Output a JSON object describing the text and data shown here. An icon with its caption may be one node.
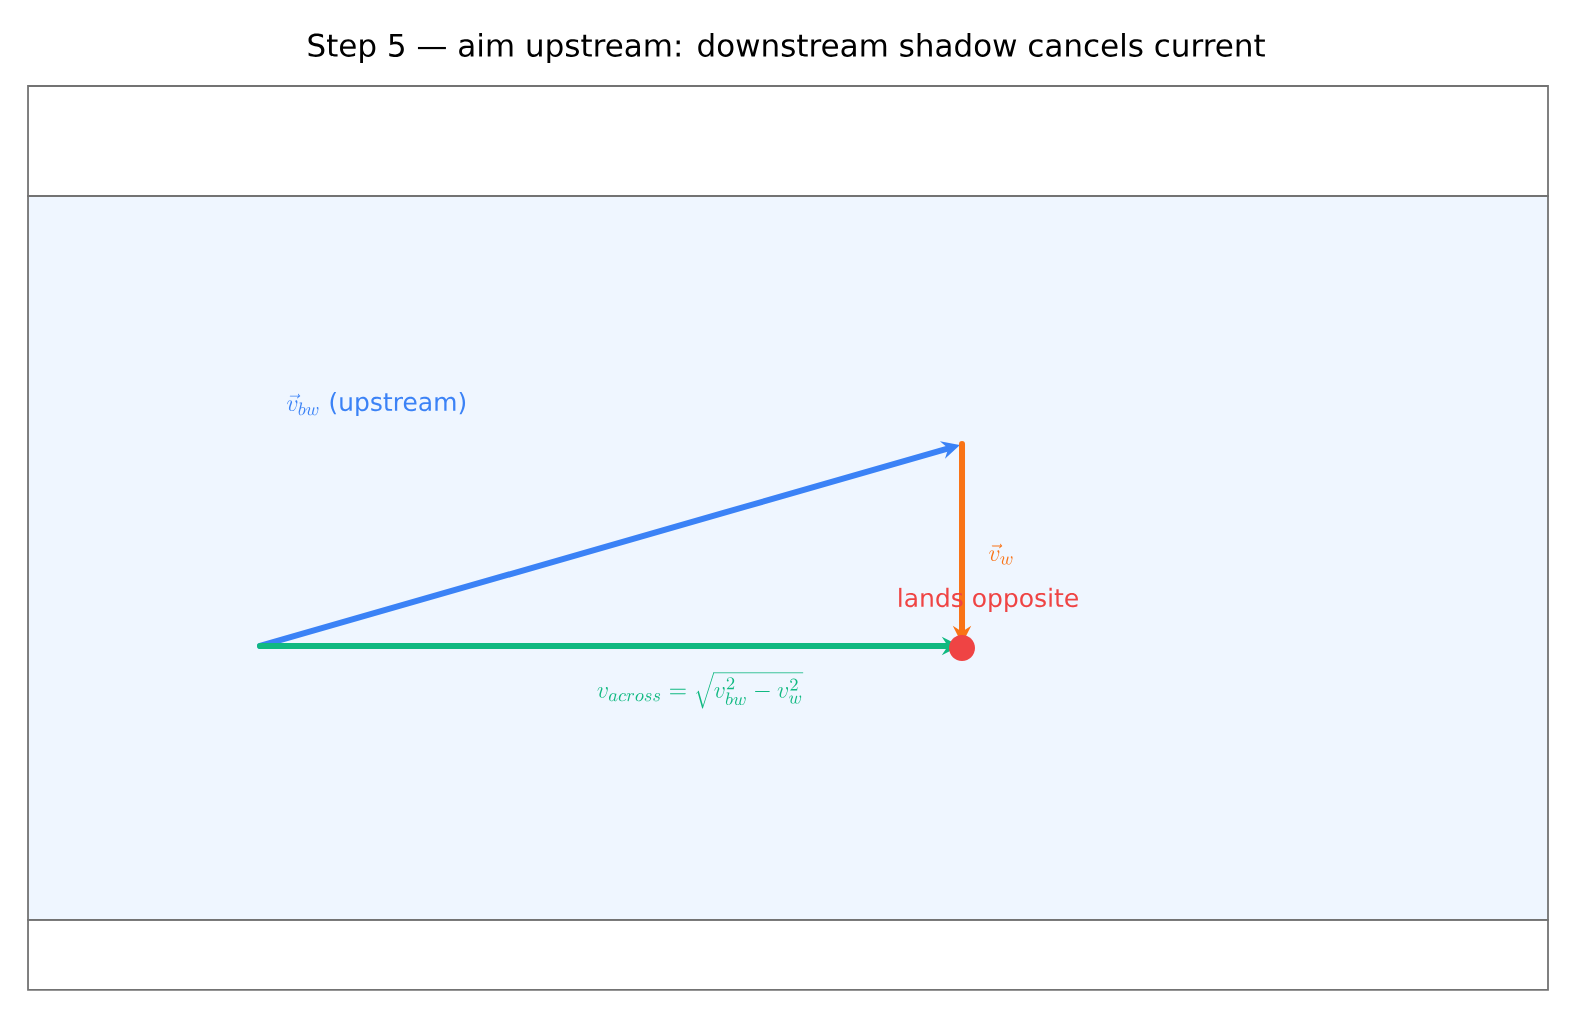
{
  "diagram": {
    "title": "Step 5 — aim upstream: downstream shadow cancels current",
    "labels": [
      "\\vec{v}_{bw}",
      "(upstream)",
      "\\vec{v}_w",
      "lands opposite",
      "v_{across} = \\sqrt{v_{bw}^2 - v_w^2}"
    ]
  }
}
